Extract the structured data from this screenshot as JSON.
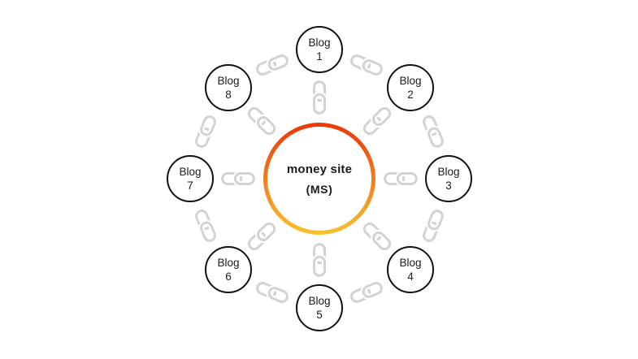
{
  "center": {
    "title": "money site",
    "subtitle": "(MS)"
  },
  "blogs": [
    {
      "label": "Blog",
      "number": "1"
    },
    {
      "label": "Blog",
      "number": "2"
    },
    {
      "label": "Blog",
      "number": "3"
    },
    {
      "label": "Blog",
      "number": "4"
    },
    {
      "label": "Blog",
      "number": "5"
    },
    {
      "label": "Blog",
      "number": "6"
    },
    {
      "label": "Blog",
      "number": "7"
    },
    {
      "label": "Blog",
      "number": "8"
    }
  ],
  "icons": {
    "connector": "chain-link-icon"
  },
  "colors": {
    "ring_top": "#e8380b",
    "ring_bottom": "#f9c12c",
    "chain": "#d3d3d3",
    "node_border": "#111111",
    "text": "#1b1b1b",
    "background": "#ffffff"
  }
}
